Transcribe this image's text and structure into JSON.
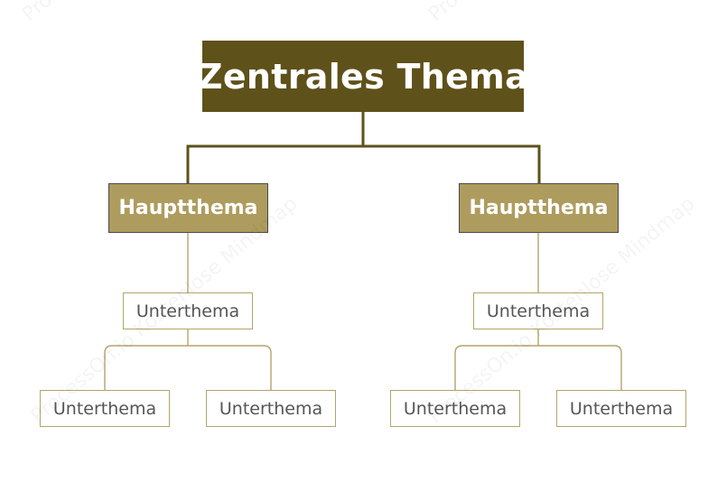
{
  "colors": {
    "central_bg": "#5e511a",
    "central_text": "#ffffff",
    "main_bg": "#ae9c5e",
    "main_text": "#ffffff",
    "sub_border": "#b5a46a",
    "sub_text": "#555555",
    "connector_main": "#5e511a",
    "connector_sub": "#b5a46a"
  },
  "central": {
    "label": "Zentrales Thema"
  },
  "branches": [
    {
      "label": "Hauptthema",
      "subtopic": {
        "label": "Unterthema",
        "children": [
          "Unterthema",
          "Unterthema"
        ]
      }
    },
    {
      "label": "Hauptthema",
      "subtopic": {
        "label": "Unterthema",
        "children": [
          "Unterthema",
          "Unterthema"
        ]
      }
    }
  ],
  "watermark": "ProcessOn.io Kostenlose Mindmap"
}
